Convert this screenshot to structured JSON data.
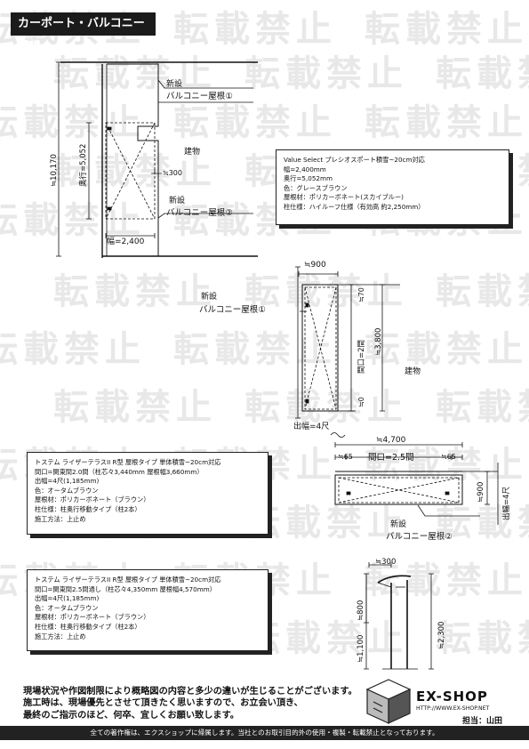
{
  "title": "カーポート・バルコニー屋根",
  "watermark": "転載禁止",
  "plan": {
    "new_roof_1": [
      "新設",
      "バルコニー屋根①"
    ],
    "new_roof_2": [
      "新設",
      "バルコニー屋根②"
    ],
    "building": "建物",
    "dim_total": "≒10,170",
    "dim_depth": "奥行=5,052",
    "dim_300": "≒300",
    "dim_width": "幅=2,400"
  },
  "elev1": {
    "dim_900": "≒900",
    "new_roof": [
      "新設",
      "バルコニー屋根①"
    ],
    "dim_70": "≒70",
    "dim_opening": "間口=2間",
    "dim_3800": "≒3,800",
    "dim_0": "≒0",
    "building": "建物",
    "out_width": "出幅=4尺"
  },
  "elev2": {
    "dim_4700": "≒4,700",
    "dim_65_l": "≒65",
    "dim_opening": "間口=2.5間",
    "dim_65_r": "≒65",
    "dim_900": "≒900",
    "out_width": "出幅=4尺",
    "new_roof": [
      "新設",
      "バルコニー屋根②"
    ]
  },
  "section": {
    "dim_300": "≒300",
    "dim_800": "≒800",
    "dim_1100": "≒1,100",
    "dim_2300": "≒2,300"
  },
  "spec_carport": [
    "Value Select プレシオスポート積雪~20cm対応",
    "幅=2,400mm",
    "奥行=5,052mm",
    "色：グレースブラウン",
    "屋根材：ポリカーボネート(スカイブルー)",
    "柱仕様：ハイルーフ仕様（有効高 約2,250mm）"
  ],
  "spec_balcony1": [
    "トステム ライザーテラスII R型 屋根タイプ 単体積雪~20cm対応",
    "間口=関東間2.0間（柱芯々3,440mm 屋根幅3,660mm）",
    "出幅=4尺(1,185mm)",
    "色：オータムブラウン",
    "屋根材：ポリカーボネート（ブラウン）",
    "柱仕様：柱奥行移動タイプ（柱2本）",
    "施工方法：上止め"
  ],
  "spec_balcony2": [
    "トステム ライザーテラスII R型 屋根タイプ 単体積雪~20cm対応",
    "間口=関東間2.5間通し（柱芯々4,350mm 屋根幅4,570mm）",
    "出幅=4尺(1,185mm)",
    "色：オータムブラウン",
    "屋根材：ポリカーボネート（ブラウン）",
    "柱仕様：柱奥行移動タイプ（柱2本）",
    "施工方法：上止め"
  ],
  "notes": [
    "現場状況や作図制限により概略図の内容と多少の違いが生じることがございます。",
    "施工時は、現場優先とさせて頂きたく思いますので、お立会い頂き、",
    "最終のご指示のほど、何卒、宜しくお願い致します。"
  ],
  "logo": {
    "name": "EX-SHOP",
    "url": "HTTP://WWW.EX-SHOP.NET",
    "tanto": "担当：山田"
  },
  "footer": "全ての著作権は、エクスショップに帰属します。当社とのお取引目的外の使用・複製・転載禁止となっております。"
}
